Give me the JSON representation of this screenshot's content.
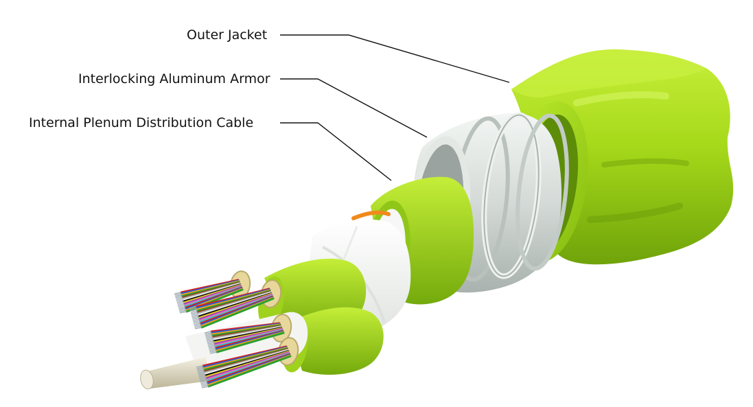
{
  "callouts": {
    "outer_jacket": "Outer Jacket",
    "armor": "Interlocking Aluminum Armor",
    "plenum": "Internal Plenum Distribution Cable"
  },
  "colors": {
    "jacket_green": "#a6d91a",
    "jacket_shadow": "#6fa30a",
    "armor_silver": "#d9dfdc",
    "inner_white": "#f4f6f4",
    "ripcord": "#f08a1c",
    "buffer_yellow": "#e8d79a",
    "central_member": "#e9e4cf"
  },
  "fiber_colors": [
    "#d62020",
    "#1f5fd6",
    "#f0a020",
    "#2aa030",
    "#8a4b20",
    "#b0b0b0",
    "#f2f2f2",
    "#111111",
    "#e8d020",
    "#9a40c0",
    "#ea6fb0",
    "#35c8d0"
  ]
}
